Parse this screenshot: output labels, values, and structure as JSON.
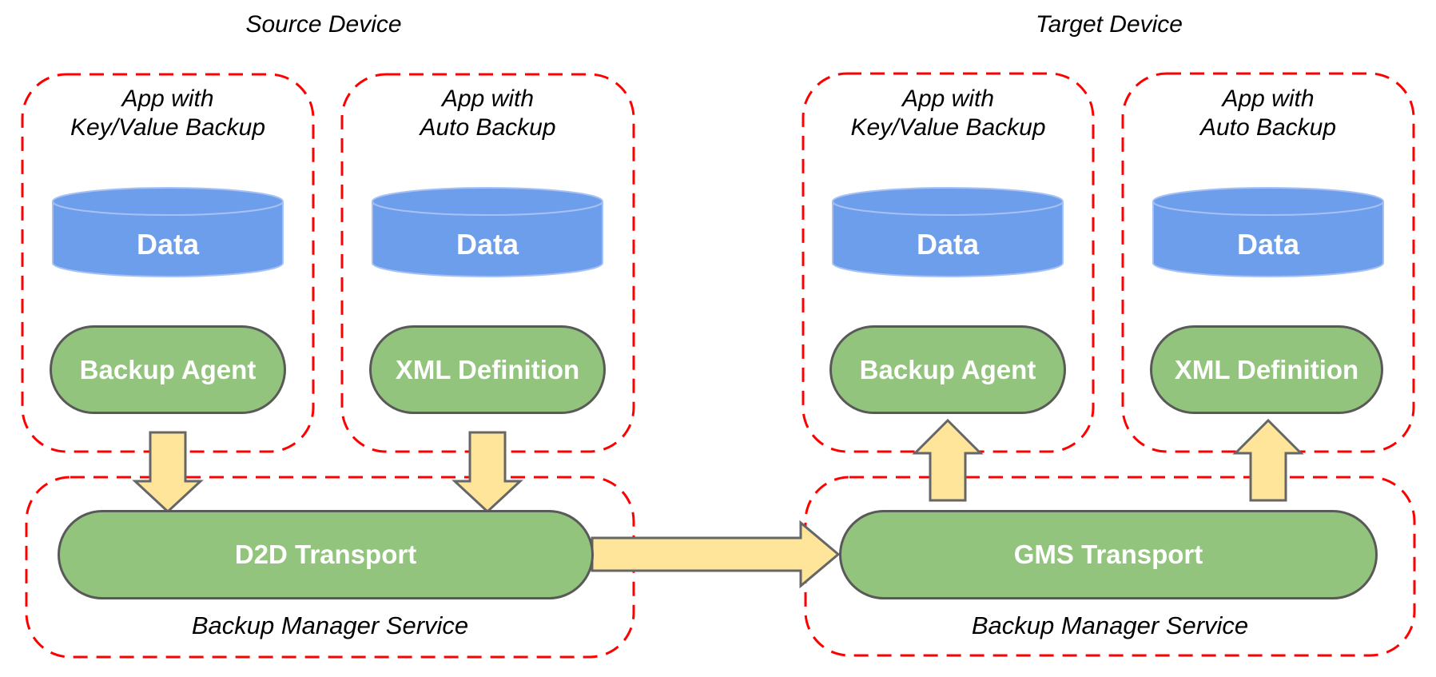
{
  "diagram": {
    "source": {
      "title": "Source Device",
      "apps": [
        {
          "label": "App with\nKey/Value Backup",
          "data_label": "Data",
          "component": "Backup Agent"
        },
        {
          "label": "App with\nAuto Backup",
          "data_label": "Data",
          "component": "XML Definition"
        }
      ],
      "service": {
        "transport": "D2D Transport",
        "label": "Backup Manager Service"
      }
    },
    "target": {
      "title": "Target Device",
      "apps": [
        {
          "label": "App with\nKey/Value Backup",
          "data_label": "Data",
          "component": "Backup Agent"
        },
        {
          "label": "App with\nAuto Backup",
          "data_label": "Data",
          "component": "XML Definition"
        }
      ],
      "service": {
        "transport": "GMS Transport",
        "label": "Backup Manager Service"
      }
    },
    "colors": {
      "container_border": "#FF0000",
      "pill_fill": "#93C47D",
      "pill_border": "#595959",
      "cylinder_fill": "#6D9EEB",
      "arrow_fill": "#FFE599",
      "arrow_border": "#666666",
      "label_text": "#000000",
      "shape_text": "#FFFFFF"
    }
  }
}
